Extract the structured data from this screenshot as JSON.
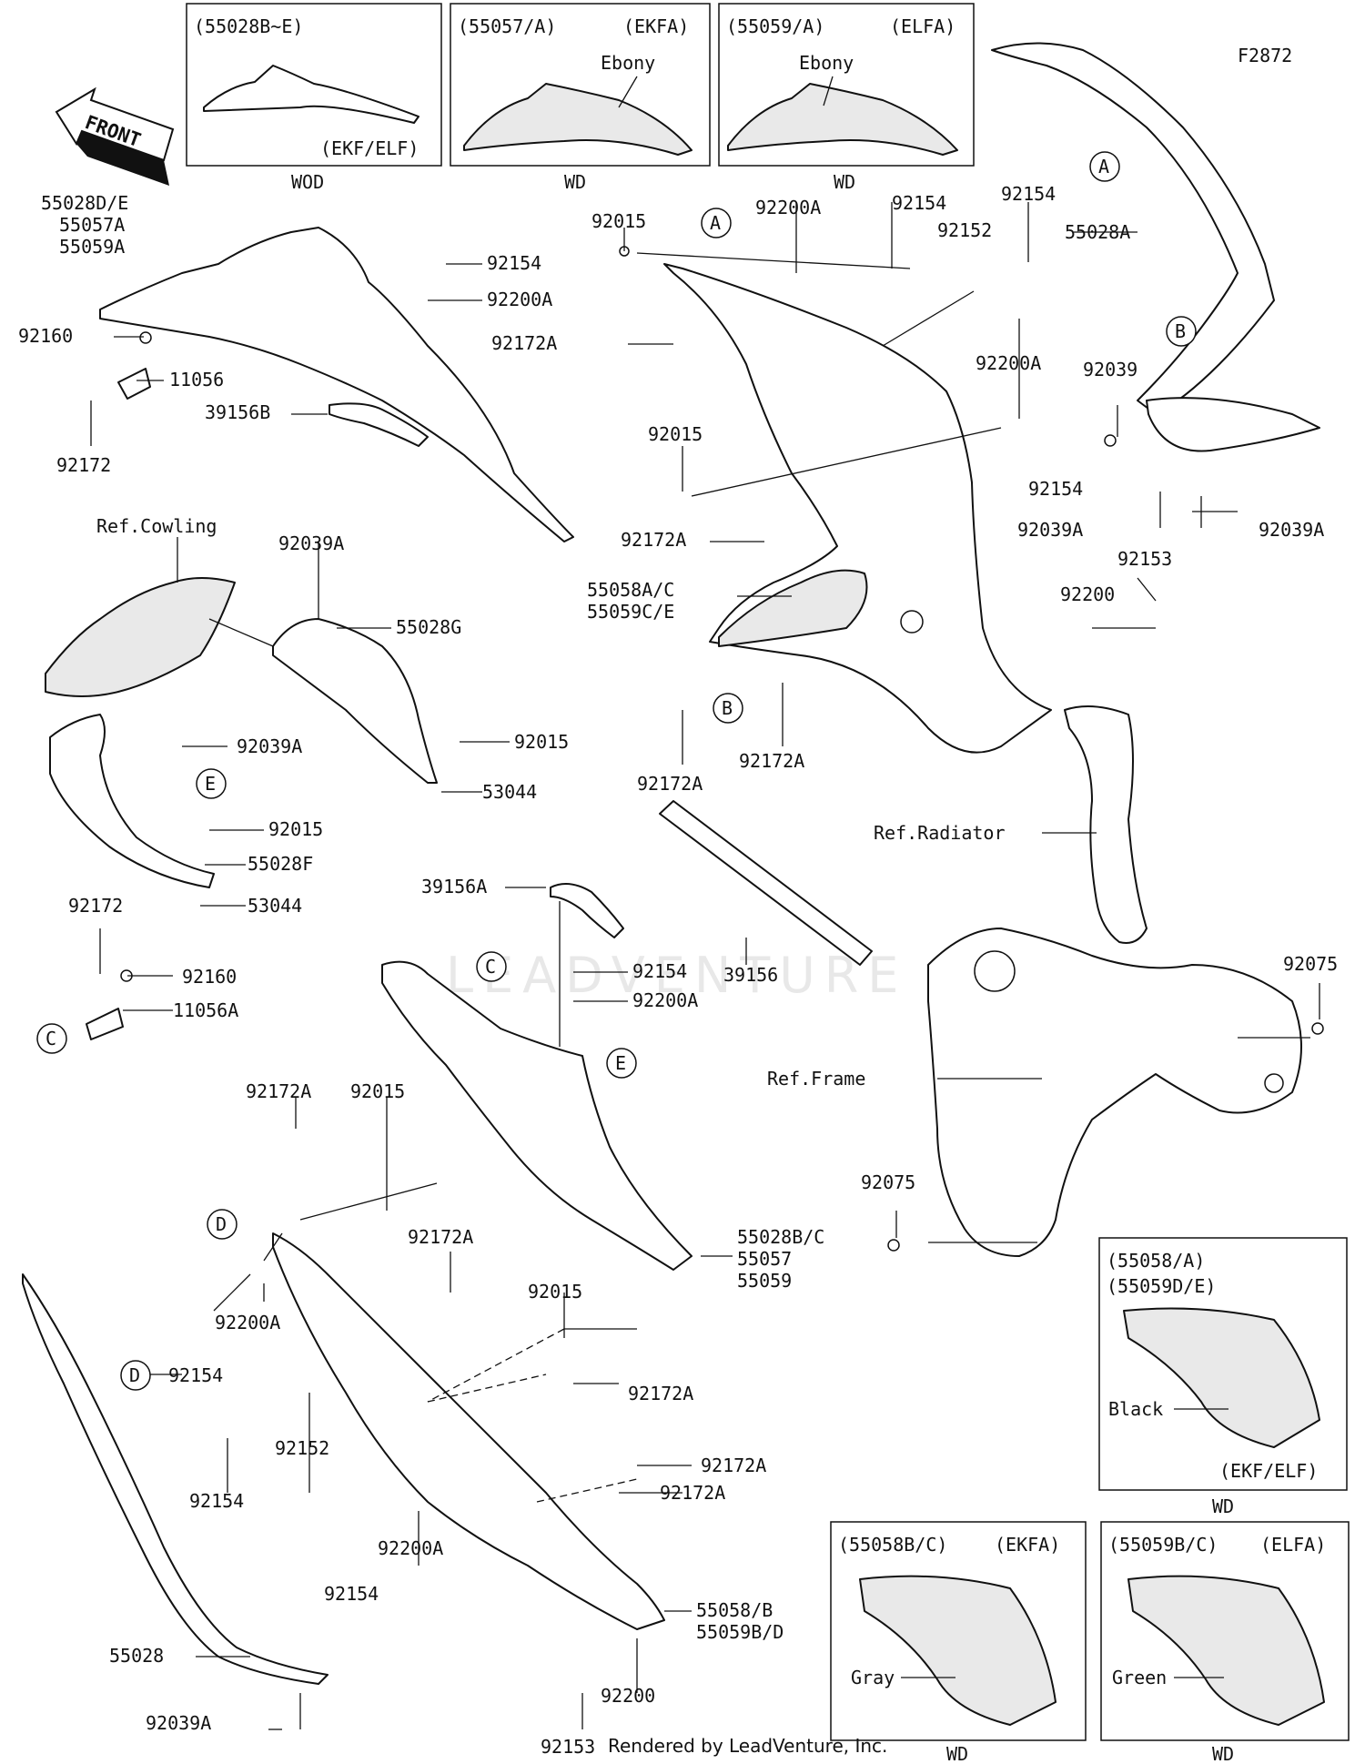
{
  "figure_id": "F2872",
  "front_label": "FRONT",
  "footer": "Rendered by LeadVenture, Inc.",
  "watermark": "LEADVENTURE",
  "variant_boxes": [
    {
      "header_left": "(55028B~E)",
      "header_right": "",
      "footer_right": "(EKF/ELF)",
      "color_word": "",
      "caption": "WOD"
    },
    {
      "header_left": "(55057/A)",
      "header_right": "(EKFA)",
      "footer_right": "",
      "color_word": "Ebony",
      "caption": "WD"
    },
    {
      "header_left": "(55059/A)",
      "header_right": "(ELFA)",
      "footer_right": "",
      "color_word": "Ebony",
      "caption": "WD"
    },
    {
      "header_left": "(55058/A)",
      "header_left2": "(55059D/E)",
      "footer_right": "(EKF/ELF)",
      "color_word": "Black",
      "caption": "WD"
    },
    {
      "header_left": "(55058B/C)",
      "header_right": "(EKFA)",
      "footer_right": "",
      "color_word": "Gray",
      "caption": "WD"
    },
    {
      "header_left": "(55059B/C)",
      "header_right": "(ELFA)",
      "footer_right": "",
      "color_word": "Green",
      "caption": "WD"
    }
  ],
  "callouts": [
    {
      "letter": "A"
    },
    {
      "letter": "A"
    },
    {
      "letter": "B"
    },
    {
      "letter": "B"
    },
    {
      "letter": "C"
    },
    {
      "letter": "C"
    },
    {
      "letter": "D"
    },
    {
      "letter": "D"
    },
    {
      "letter": "E"
    },
    {
      "letter": "E"
    }
  ],
  "part_labels": [
    "55028D/E",
    "55057A",
    "55059A",
    "92160",
    "11056",
    "92172",
    "92154",
    "92200A",
    "39156B",
    "92015",
    "A",
    "92200A",
    "92154",
    "92152",
    "92154",
    "92172A",
    "92015",
    "92200A",
    "92154",
    "92172A",
    "55058A/C",
    "55059C/E",
    "92172A",
    "92172A",
    "55028A",
    "92039",
    "92039A",
    "92039A",
    "92153",
    "92200",
    "Ref.Cowling",
    "92039A",
    "55028G",
    "92039A",
    "92015",
    "53044",
    "92015",
    "55028F",
    "53044",
    "92172",
    "92160",
    "11056A",
    "39156A",
    "92154",
    "92200A",
    "39156",
    "Ref.Radiator",
    "Ref.Frame",
    "92075",
    "92075",
    "92172A",
    "92015",
    "92172A",
    "92200A",
    "92154",
    "92015",
    "92172A",
    "55028B/C",
    "55057",
    "55059",
    "92152",
    "92154",
    "92172A",
    "92172A",
    "92200A",
    "92154",
    "55058/B",
    "55059B/D",
    "92200",
    "92153",
    "55028",
    "92039A"
  ]
}
